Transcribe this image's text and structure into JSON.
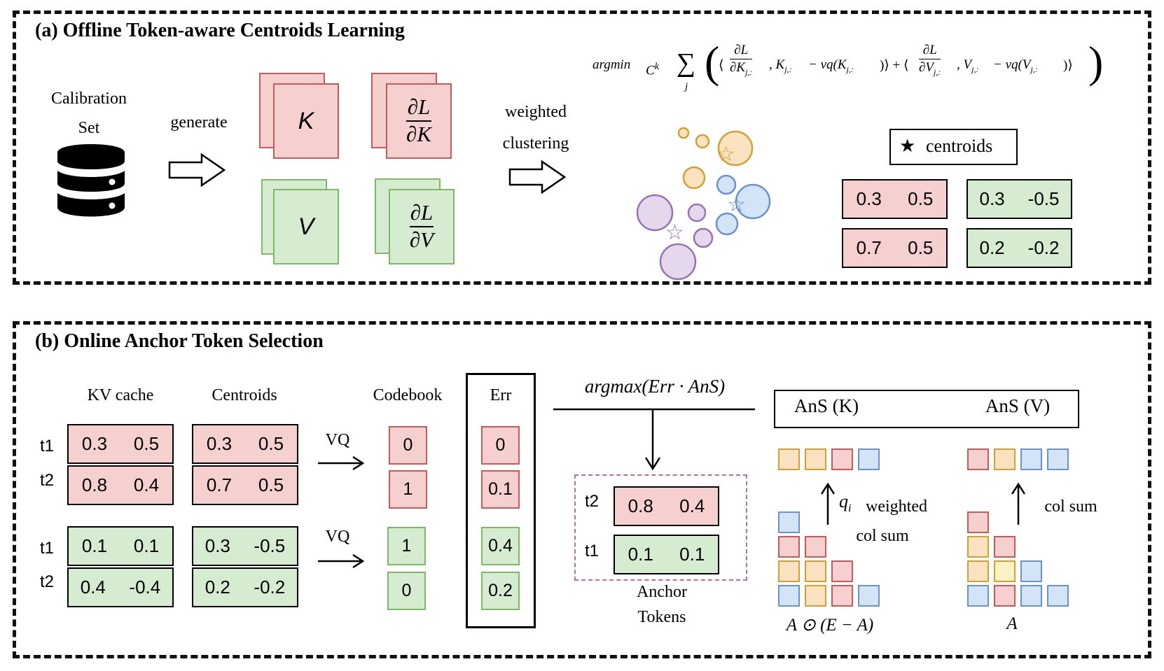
{
  "panel_a": {
    "title": "(a)  Offline Token-aware Centroids Learning",
    "calibration_line1": "Calibration",
    "calibration_line2": "Set",
    "generate": "generate",
    "K": "K",
    "V": "V",
    "dL": "∂L",
    "dK": "∂K",
    "dV": "∂V",
    "weighted": "weighted",
    "clustering": "clustering",
    "formula": {
      "argmin": "argmin",
      "Ck": "C",
      "k": "k",
      "sum": "∑",
      "j": "j",
      "open": "(",
      "close": ")",
      "lang1": "⟨",
      "num1": "∂L",
      "den1": "∂K",
      "den1_sub": "j,:",
      "mid1": ", K",
      "mid1_sub": "j,:",
      "tail1": " − vq(K",
      "tail1_sub": "j,:",
      "rang1": ")⟩ + ⟨",
      "num2": "∂L",
      "den2": "∂V",
      "den2_sub": "j,:",
      "mid2": ", V",
      "mid2_sub": "j,:",
      "tail2": " − vq(V",
      "tail2_sub": "j,:",
      "rang2": ")⟩"
    },
    "centroids_label": "centroids",
    "star": "☆",
    "legend_star": "★",
    "centroid_values": {
      "red1": [
        "0.3",
        "0.5"
      ],
      "red2": [
        "0.7",
        "0.5"
      ],
      "green1": [
        "0.3",
        "-0.5"
      ],
      "green2": [
        "0.2",
        "-0.2"
      ]
    },
    "colors": {
      "red_fill": "#f6cfcf",
      "red_stroke": "#c85a5a",
      "green_fill": "#d6ecd0",
      "green_stroke": "#7cba66",
      "yellow_fill": "#fbe3c2",
      "yellow_stroke": "#d5a032",
      "blue_fill": "#d4e4f7",
      "blue_stroke": "#6a92cc",
      "purple_fill": "#e6d8ec",
      "purple_stroke": "#9a72b2"
    }
  },
  "panel_b": {
    "title": "(b)  Online Anchor Token Selection",
    "kv_cache": "KV cache",
    "centroids": "Centroids",
    "codebook": "Codebook",
    "err": "Err",
    "vq": "VQ",
    "t1": "t1",
    "t2": "t2",
    "kv_red": [
      [
        "0.3",
        "0.5"
      ],
      [
        "0.8",
        "0.4"
      ]
    ],
    "kv_green": [
      [
        "0.1",
        "0.1"
      ],
      [
        "0.4",
        "-0.4"
      ]
    ],
    "cent_red": [
      [
        "0.3",
        "0.5"
      ],
      [
        "0.7",
        "0.5"
      ]
    ],
    "cent_green": [
      [
        "0.3",
        "-0.5"
      ],
      [
        "0.2",
        "-0.2"
      ]
    ],
    "codebook_red": [
      "0",
      "1"
    ],
    "codebook_green": [
      "1",
      "0"
    ],
    "err_red": [
      "0",
      "0.1"
    ],
    "err_green": [
      "0.4",
      "0.2"
    ],
    "argmax": "argmax(Err · AnS)",
    "anchor_red": [
      "0.8",
      "0.4"
    ],
    "anchor_green": [
      "0.1",
      "0.1"
    ],
    "anchor_line1": "Anchor",
    "anchor_line2": "Tokens",
    "ans_k": "AnS (K)",
    "ans_v": "AnS (V)",
    "qi": "q",
    "qi_sub": "i",
    "weighted": "weighted",
    "col_sum_k": "col sum",
    "col_sum_v": "col sum",
    "formula_k": "A ⊙ (E − A)",
    "formula_v": "A"
  }
}
